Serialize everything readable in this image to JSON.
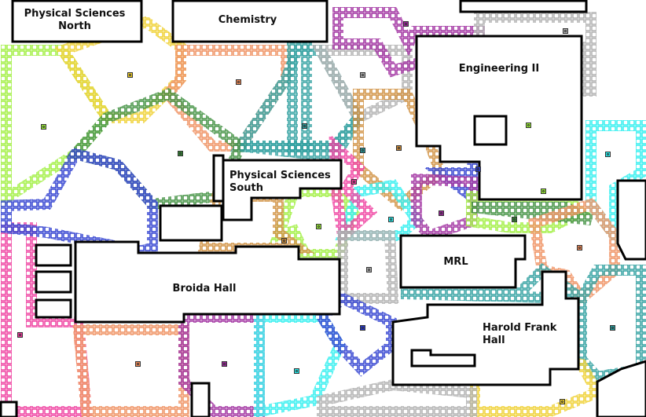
{
  "buildings": {
    "psn": "Physical Sciences\nNorth",
    "chemistry": "Chemistry",
    "engineering": "Engineering II",
    "pss": "Physical Sciences\nSouth",
    "mrl": "MRL",
    "broida": "Broida Hall",
    "harold": "Harold Frank\nHall"
  },
  "zones": [
    {
      "color": "#99ee33"
    },
    {
      "color": "#eecc22"
    },
    {
      "color": "#ee8855"
    },
    {
      "color": "#229999"
    },
    {
      "color": "#aaaaaa"
    },
    {
      "color": "#992299"
    },
    {
      "color": "#aaaaaa"
    },
    {
      "color": "#99ee33"
    },
    {
      "color": "#338833"
    },
    {
      "color": "#99ee33"
    },
    {
      "color": "#229999"
    },
    {
      "color": "#cc8833"
    },
    {
      "color": "#22eeee"
    },
    {
      "color": "#ee3399"
    },
    {
      "color": "#2233cc"
    },
    {
      "color": "#992299"
    },
    {
      "color": "#22eeee"
    },
    {
      "color": "#99ee33"
    },
    {
      "color": "#338833"
    },
    {
      "color": "#cc8833"
    },
    {
      "color": "#aaaaaa"
    },
    {
      "color": "#ee8855"
    },
    {
      "color": "#229999"
    },
    {
      "color": "#ee3399"
    },
    {
      "color": "#ee8855"
    },
    {
      "color": "#992299"
    },
    {
      "color": "#22eeee"
    },
    {
      "color": "#2233cc"
    },
    {
      "color": "#eecc22"
    }
  ]
}
